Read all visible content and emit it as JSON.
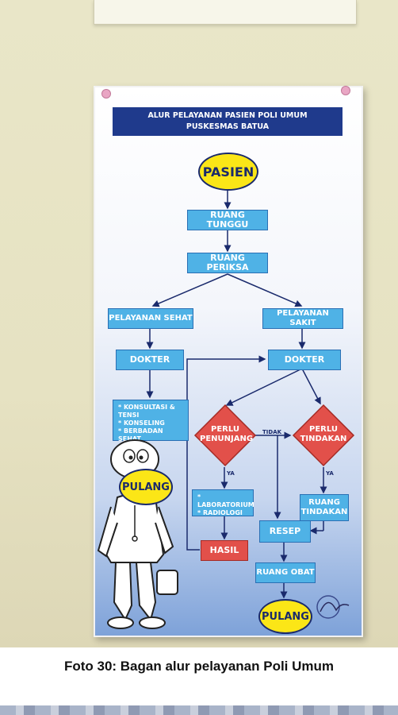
{
  "poster": {
    "title_line1": "ALUR PELAYANAN PASIEN POLI UMUM",
    "title_line2": "PUSKESMAS BATUA",
    "start": "PASIEN",
    "ruang_tunggu": "RUANG TUNGGU",
    "ruang_periksa": "RUANG PERIKSA",
    "pelayanan_sehat": "PELAYANAN SEHAT",
    "pelayanan_sakit": "PELAYANAN SAKIT",
    "dokter_left": "DOKTER",
    "dokter_right": "DOKTER",
    "list_sehat": [
      "* KONSULTASI & TENSI",
      "* KONSELING",
      "* BERBADAN SEHAT"
    ],
    "pulang_mascot": "PULANG",
    "perlu_penunjang": [
      "PERLU",
      "PENUNJANG"
    ],
    "perlu_tindakan": [
      "PERLU",
      "TINDAKAN"
    ],
    "tidak": "TIDAK",
    "ya_left": "YA",
    "ya_right": "YA",
    "list_lab": [
      "* LABORATORIUM",
      "* RADIOLOGI"
    ],
    "ruang_tindakan": [
      "RUANG",
      "TINDAKAN"
    ],
    "resep": "RESEP",
    "hasil": "HASIL",
    "ruang_obat": "RUANG OBAT",
    "end": "PULANG"
  },
  "caption": "Foto 30: Bagan alur pelayanan  Poli Umum",
  "colors": {
    "header_bg": "#1f3a8c",
    "box_blue": "#4fb2e6",
    "box_red": "#e2504a",
    "oval_yellow": "#fbe617"
  }
}
